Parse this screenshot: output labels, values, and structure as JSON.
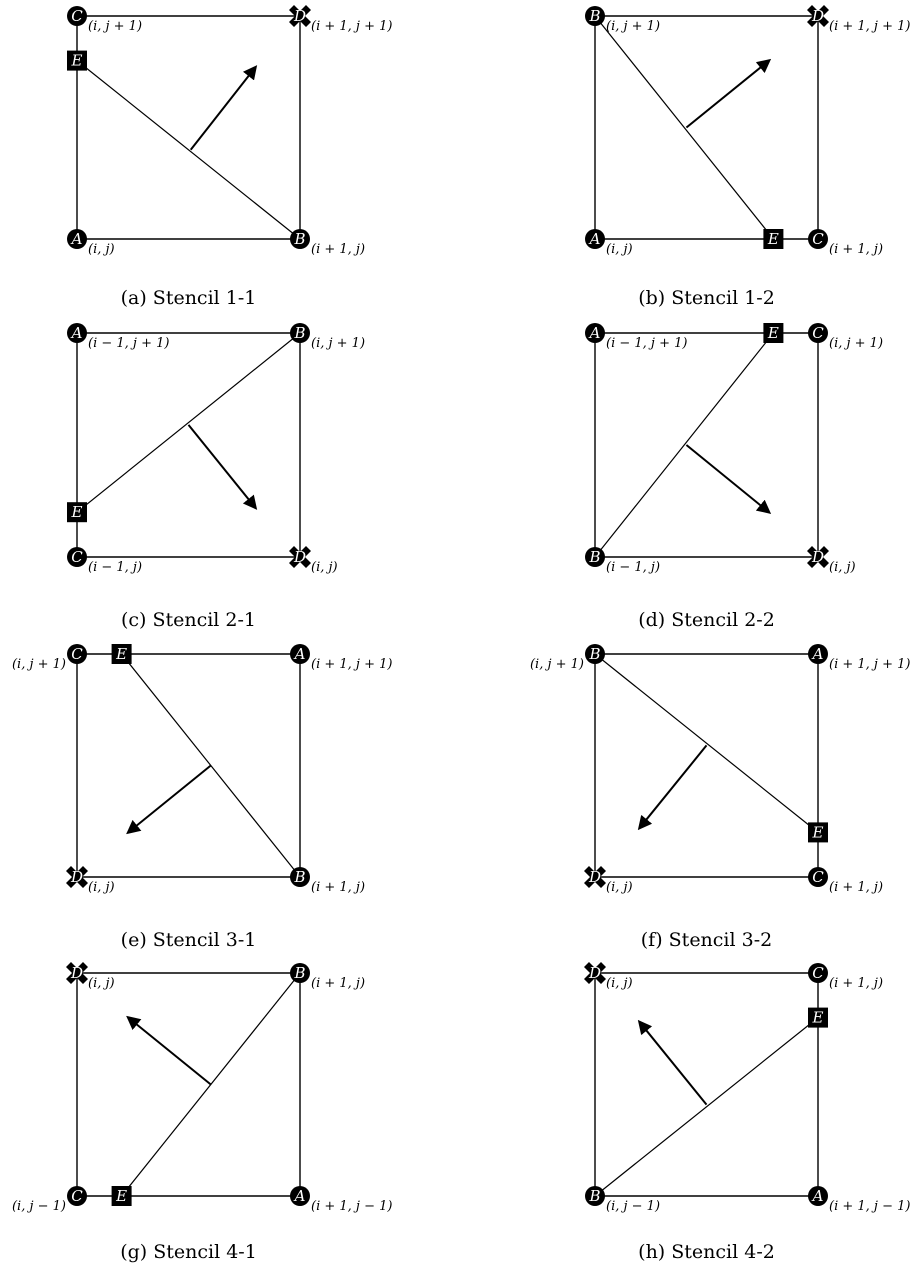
{
  "panels": [
    {
      "caption": "(a) Stencil 1-1",
      "nodes": [
        {
          "letter": "A",
          "shape": "circle",
          "coord": "(i, j)"
        },
        {
          "letter": "B",
          "shape": "circle",
          "coord": "(i + 1, j)"
        },
        {
          "letter": "C",
          "shape": "circle",
          "coord": "(i, j + 1)"
        },
        {
          "letter": "D",
          "shape": "cross",
          "coord": "(i + 1, j + 1)"
        },
        {
          "letter": "E",
          "shape": "square",
          "coord": ""
        }
      ]
    },
    {
      "caption": "(b) Stencil 1-2",
      "nodes": [
        {
          "letter": "A",
          "shape": "circle",
          "coord": "(i, j)"
        },
        {
          "letter": "C",
          "shape": "circle",
          "coord": "(i + 1, j)"
        },
        {
          "letter": "B",
          "shape": "circle",
          "coord": "(i, j + 1)"
        },
        {
          "letter": "D",
          "shape": "cross",
          "coord": "(i + 1, j + 1)"
        },
        {
          "letter": "E",
          "shape": "square",
          "coord": ""
        }
      ]
    },
    {
      "caption": "(c) Stencil 2-1",
      "nodes": [
        {
          "letter": "A",
          "shape": "circle",
          "coord": "(i − 1, j + 1)"
        },
        {
          "letter": "B",
          "shape": "circle",
          "coord": "(i, j + 1)"
        },
        {
          "letter": "C",
          "shape": "circle",
          "coord": "(i − 1, j)"
        },
        {
          "letter": "D",
          "shape": "cross",
          "coord": "(i, j)"
        },
        {
          "letter": "E",
          "shape": "square",
          "coord": ""
        }
      ]
    },
    {
      "caption": "(d) Stencil 2-2",
      "nodes": [
        {
          "letter": "A",
          "shape": "circle",
          "coord": "(i − 1, j + 1)"
        },
        {
          "letter": "C",
          "shape": "circle",
          "coord": "(i, j + 1)"
        },
        {
          "letter": "B",
          "shape": "circle",
          "coord": "(i − 1, j)"
        },
        {
          "letter": "D",
          "shape": "cross",
          "coord": "(i, j)"
        },
        {
          "letter": "E",
          "shape": "square",
          "coord": ""
        }
      ]
    },
    {
      "caption": "(e) Stencil 3-1",
      "nodes": [
        {
          "letter": "C",
          "shape": "circle",
          "coord": "(i, j + 1)"
        },
        {
          "letter": "A",
          "shape": "circle",
          "coord": "(i + 1, j + 1)"
        },
        {
          "letter": "D",
          "shape": "cross",
          "coord": "(i, j)"
        },
        {
          "letter": "B",
          "shape": "circle",
          "coord": "(i + 1, j)"
        },
        {
          "letter": "E",
          "shape": "square",
          "coord": ""
        }
      ]
    },
    {
      "caption": "(f) Stencil 3-2",
      "nodes": [
        {
          "letter": "B",
          "shape": "circle",
          "coord": "(i, j + 1)"
        },
        {
          "letter": "A",
          "shape": "circle",
          "coord": "(i + 1, j + 1)"
        },
        {
          "letter": "D",
          "shape": "cross",
          "coord": "(i, j)"
        },
        {
          "letter": "C",
          "shape": "circle",
          "coord": "(i + 1, j)"
        },
        {
          "letter": "E",
          "shape": "square",
          "coord": ""
        }
      ]
    },
    {
      "caption": "(g) Stencil 4-1",
      "nodes": [
        {
          "letter": "D",
          "shape": "cross",
          "coord": "(i, j)"
        },
        {
          "letter": "B",
          "shape": "circle",
          "coord": "(i + 1, j)"
        },
        {
          "letter": "C",
          "shape": "circle",
          "coord": "(i, j − 1)"
        },
        {
          "letter": "A",
          "shape": "circle",
          "coord": "(i + 1, j − 1)"
        },
        {
          "letter": "E",
          "shape": "square",
          "coord": ""
        }
      ]
    },
    {
      "caption": "(h) Stencil 4-2",
      "nodes": [
        {
          "letter": "D",
          "shape": "cross",
          "coord": "(i, j)"
        },
        {
          "letter": "C",
          "shape": "circle",
          "coord": "(i + 1, j)"
        },
        {
          "letter": "B",
          "shape": "circle",
          "coord": "(i, j − 1)"
        },
        {
          "letter": "A",
          "shape": "circle",
          "coord": "(i + 1, j − 1)"
        },
        {
          "letter": "E",
          "shape": "square",
          "coord": ""
        }
      ]
    }
  ]
}
